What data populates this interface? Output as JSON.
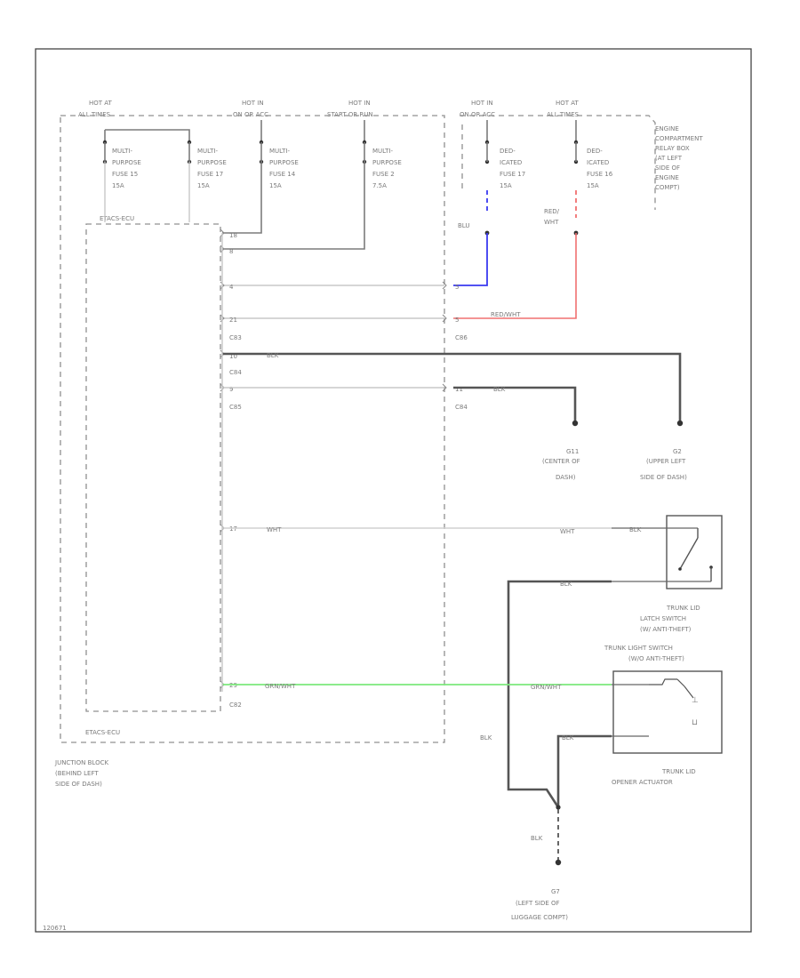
{
  "colors": {
    "blue": "#3a3af0",
    "red": "#f07070",
    "green": "#7ce87c",
    "wire": "#7c7c7c",
    "dark_wire": "#555555"
  },
  "power": {
    "hot_acc1": "HOT AT",
    "hot_acc2": "ALL TIMES",
    "hot_on1": "HOT IN",
    "hot_on2": "ON OR ACC",
    "hot_start1": "HOT IN",
    "hot_start2": "START OR RUN",
    "hot_on_r1": "HOT IN",
    "hot_on_r2": "ON OR ACC",
    "hot_all_r1": "HOT AT",
    "hot_all_r2": "ALL TIMES"
  },
  "fuses": {
    "f15": [
      "MULTI-",
      "PURPOSE",
      "FUSE 15",
      "15A"
    ],
    "f17": [
      "MULTI-",
      "PURPOSE",
      "FUSE 17",
      "15A"
    ],
    "f14": [
      "MULTI-",
      "PURPOSE",
      "FUSE 14",
      "15A"
    ],
    "f2": [
      "MULTI-",
      "PURPOSE",
      "FUSE 2",
      "7.5A"
    ],
    "ded17": [
      "DED-",
      "ICATED",
      "FUSE 17",
      "15A"
    ],
    "ded16": [
      "DED-",
      "ICATED",
      "FUSE 16",
      "15A"
    ]
  },
  "relay_box": [
    "ENGINE",
    "COMPARTMENT",
    "RELAY BOX",
    "(AT LEFT",
    "SIDE OF",
    "ENGINE",
    "COMPT)"
  ],
  "etacs": {
    "top": "ETACS-ECU",
    "bottom": "ETACS-ECU"
  },
  "junction": [
    "JUNCTION BLOCK",
    "(BEHIND LEFT",
    "SIDE OF DASH)"
  ],
  "wires": {
    "blu": "BLU",
    "red_wht": "RED/",
    "red_wht2": "WHT",
    "red_wht_h": "RED/WHT",
    "blk": "BLK",
    "blk2": "BLK",
    "wht": "WHT",
    "wht2": "WHT",
    "blk_sw": "BLK",
    "grn_wht": "GRN/WHT",
    "grn_wht2": "GRN/WHT",
    "blk_left": "BLK",
    "blk_act": "BLK",
    "blk_g": "BLK"
  },
  "pins": {
    "p18": "18",
    "p8": "8",
    "p4": "4",
    "p21": "21",
    "p10": "10",
    "p9": "9",
    "p17": "17",
    "p5": "5",
    "p29": "29",
    "pc5": "5",
    "pc11": "11",
    "c83": "C83",
    "c84": "C84",
    "c85": "C85",
    "c86": "C86",
    "c84b": "C84",
    "c82": "C82"
  },
  "grounds": {
    "g11": [
      "G11",
      "(CENTER OF",
      "DASH)"
    ],
    "g2": [
      "G2",
      "(UPPER LEFT",
      "SIDE OF DASH)"
    ],
    "g7": [
      "G7",
      "(LEFT SIDE OF",
      "LUGGAGE COMPT)"
    ]
  },
  "components": {
    "latch": [
      "TRUNK LID",
      "LATCH SWITCH",
      "(W/ ANTI-THEFT)"
    ],
    "light_sw": [
      "TRUNK LIGHT SWITCH",
      "(W/O ANTI-THEFT)"
    ],
    "opener": [
      "TRUNK LID",
      "OPENER ACTUATOR"
    ]
  },
  "footer": "120671"
}
